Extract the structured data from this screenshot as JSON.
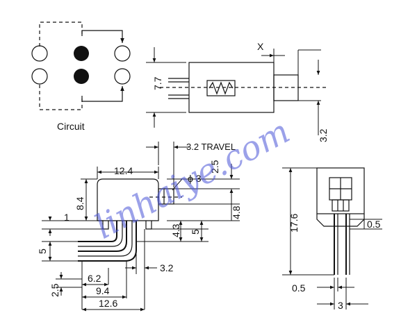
{
  "circuit": {
    "label": "Circuit"
  },
  "side_view": {
    "dims": {
      "x_label": "X",
      "width": "7.7",
      "actuator": "3.2"
    }
  },
  "front_view": {
    "dims": {
      "travel": "3.2 TRAVEL",
      "top_offset": "2.5",
      "body_length": "12.4",
      "hole": "ϕ 3",
      "height": "8.4",
      "actuator_h": "4.8",
      "pin_gap": "1",
      "offset_43": "4.3",
      "offset_5_right": "5",
      "offset_5_left": "5",
      "pitch": "3.2",
      "span_62": "6.2",
      "span_94": "9.4",
      "span_126": "12.6",
      "left_25": "2.5"
    }
  },
  "end_view": {
    "dims": {
      "total_h": "17.6",
      "pin_w_right": "0.5",
      "pin_w": "0.5",
      "pin_pitch": "3"
    }
  },
  "watermark": "linhaiye.com"
}
